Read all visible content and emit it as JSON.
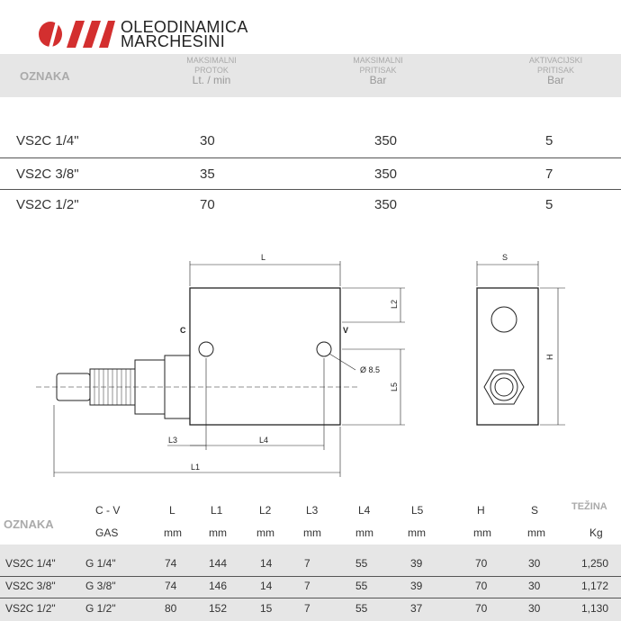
{
  "logo": {
    "line1": "OLEODINAMICA",
    "line2": "MARCHESINI",
    "accent": "#d32f2f"
  },
  "top_table": {
    "headers": [
      {
        "label": "OZNAKA"
      },
      {
        "label": "MAKSIMALNI PROTOK",
        "unit": "Lt. / min"
      },
      {
        "label": "MAKSIMALNI PRITISAK",
        "unit": "Bar"
      },
      {
        "label": "AKTIVACIJSKI PRITISAK",
        "unit": "Bar"
      }
    ],
    "rows": [
      [
        "VS2C 1/4\"",
        "30",
        "350",
        "5"
      ],
      [
        "VS2C 3/8\"",
        "35",
        "350",
        "7"
      ],
      [
        "VS2C 1/2\"",
        "70",
        "350",
        "5"
      ]
    ]
  },
  "drawing": {
    "L": "L",
    "L1": "L1",
    "L2": "L2",
    "L3": "L3",
    "L4": "L4",
    "L5": "L5",
    "H": "H",
    "S": "S",
    "C": "C",
    "V": "V",
    "hole": "Ø 8.5"
  },
  "bottom_table": {
    "headers": [
      "OZNAKA",
      "C - V",
      "L",
      "L1",
      "L2",
      "L3",
      "L4",
      "L5",
      "H",
      "S",
      "TEŽINA"
    ],
    "units": [
      "",
      "GAS",
      "mm",
      "mm",
      "mm",
      "mm",
      "mm",
      "mm",
      "mm",
      "mm",
      "Kg"
    ],
    "rows": [
      [
        "VS2C 1/4\"",
        "G 1/4\"",
        "74",
        "144",
        "14",
        "7",
        "55",
        "39",
        "70",
        "30",
        "1,250"
      ],
      [
        "VS2C 3/8\"",
        "G 3/8\"",
        "74",
        "146",
        "14",
        "7",
        "55",
        "39",
        "70",
        "30",
        "1,172"
      ],
      [
        "VS2C 1/2\"",
        "G 1/2\"",
        "80",
        "152",
        "15",
        "7",
        "55",
        "37",
        "70",
        "30",
        "1,130"
      ]
    ]
  }
}
